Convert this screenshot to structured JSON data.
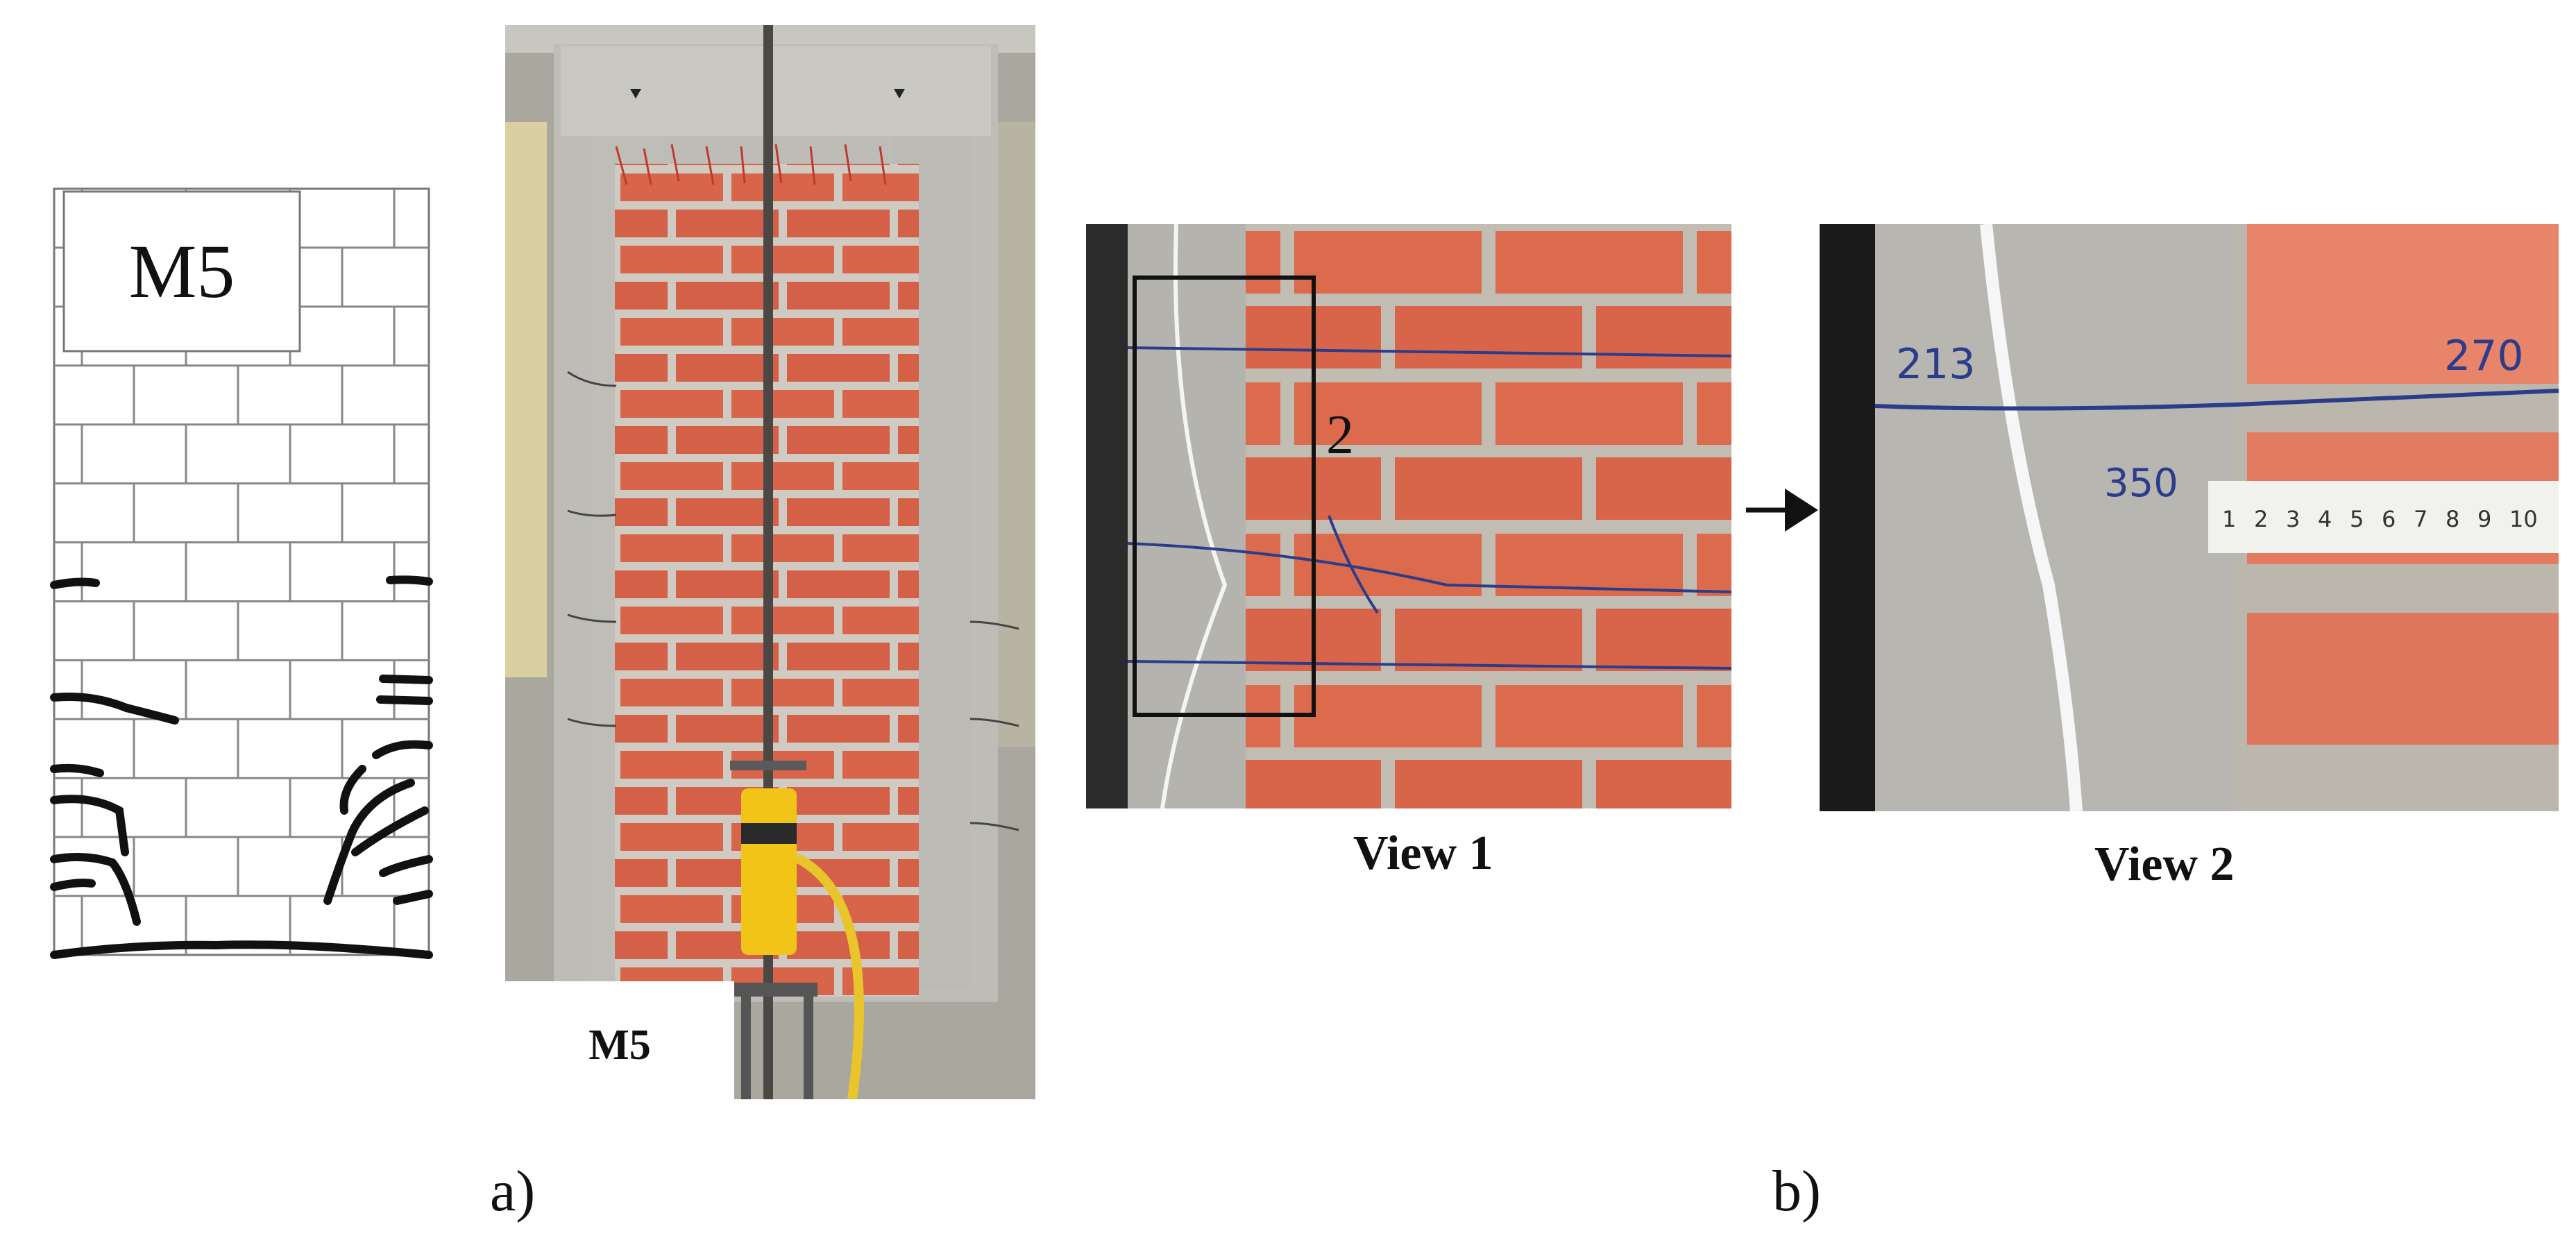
{
  "figure": {
    "panel_a": {
      "sketch_label": "M5",
      "photo_label": "M5",
      "panel_label": "a)"
    },
    "panel_b": {
      "view1_caption": "View 1",
      "view2_caption": "View 2",
      "detail_marker": "2",
      "panel_label": "b)",
      "annotations": [
        "213",
        "270",
        "350"
      ],
      "ruler_marks": [
        "1",
        "2",
        "3",
        "4",
        "5",
        "6",
        "7",
        "8",
        "9",
        "10"
      ]
    }
  },
  "colors": {
    "brick": "#d8644a",
    "mortar": "#c9c4bc",
    "concrete": "#b9b8b3",
    "jack": "#f2c417",
    "hose": "#e8c52a",
    "crack_ink": "#2b3d8a"
  }
}
